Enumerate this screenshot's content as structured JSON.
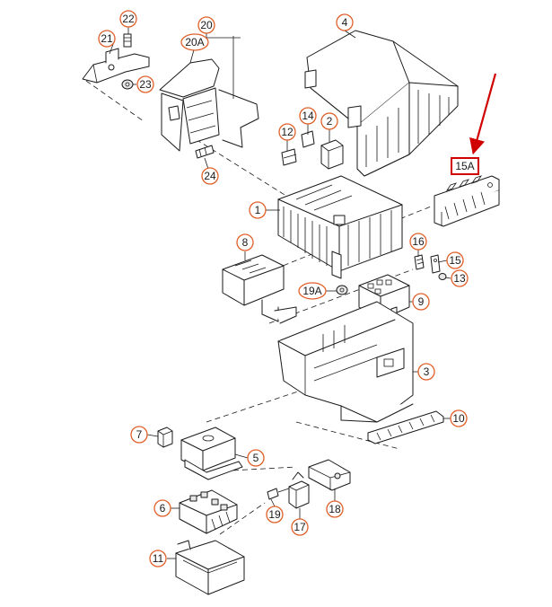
{
  "callouts": {
    "p1": "1",
    "p2": "2",
    "p3": "3",
    "p4": "4",
    "p5": "5",
    "p6": "6",
    "p7": "7",
    "p8": "8",
    "p9": "9",
    "p10": "10",
    "p11": "11",
    "p12": "12",
    "p13": "13",
    "p14": "14",
    "p15": "15",
    "p16": "16",
    "p17": "17",
    "p18": "18",
    "p19": "19",
    "p19a": "19A",
    "p20": "20",
    "p20a": "20A",
    "p21": "21",
    "p22": "22",
    "p23": "23",
    "p24": "24"
  },
  "highlight": {
    "label": "15A",
    "color": "#d00000"
  },
  "colors": {
    "callout_ring": "#e0602a",
    "line": "#1a1a1a",
    "arrow": "#d00000"
  }
}
